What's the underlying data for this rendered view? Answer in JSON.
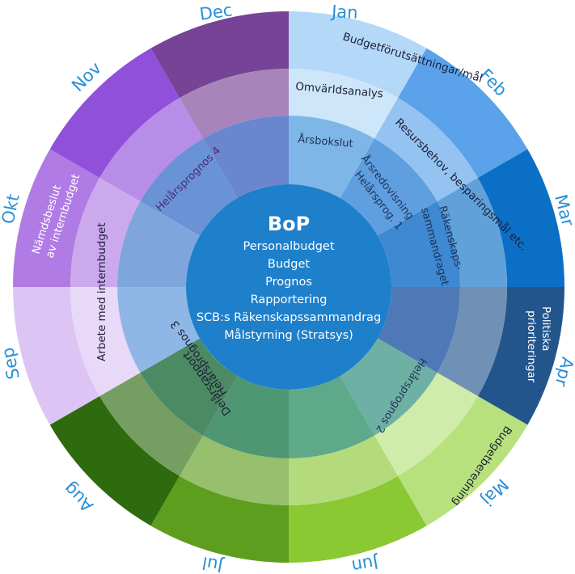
{
  "center": {
    "title": "BoP",
    "items": [
      "Personalbudget",
      "Budget",
      "Prognos",
      "Rapportering",
      "SCB:s Räkenskapssammandrag",
      "Målstyrning (Stratsys)"
    ]
  },
  "months": [
    "Jan",
    "Feb",
    "Mar",
    "Apr",
    "Maj",
    "Jun",
    "Jul",
    "Aug",
    "Sep",
    "Okt",
    "Nov",
    "Dec"
  ],
  "month_colors": [
    "#b4d8f8",
    "#5aa2ea",
    "#0b6fc6",
    "#23558d",
    "#b6e17c",
    "#8ac834",
    "#5e9e1f",
    "#2e6a0e",
    "#dcc5f4",
    "#b07be4",
    "#9050da",
    "#774396"
  ],
  "activities": {
    "budgetforutsattningar": "Budgetförutsättningar/mål",
    "omvarldsanalys": "Omvärldsanalys",
    "resursbehov": "Resursbehov, besparingsmål etc.",
    "arsbokslut": "Årsbokslut",
    "arsredovisning": "Årsredovisning",
    "rakenskaps_line1": "Räkenskaps-",
    "rakenskaps_line2": "sammandraget",
    "helarsprog1": "Helårsprog. 1",
    "politiska_line1": "Politiska",
    "politiska_line2": "prioriteringar",
    "budgetberedning": "Budgetberedning",
    "helarsprognos2": "Helårsprognos 2",
    "delarsrapport": "Delårsrapport",
    "helarsprognos3": "Helårsprognos 3",
    "arbete_internbudget": "Arbete med internbudget",
    "namndsbeslut_line1": "Nämdsbeslut",
    "namndsbeslut_line2": "av internbudget",
    "helarsprognos4": "Helårsprognos 4"
  }
}
